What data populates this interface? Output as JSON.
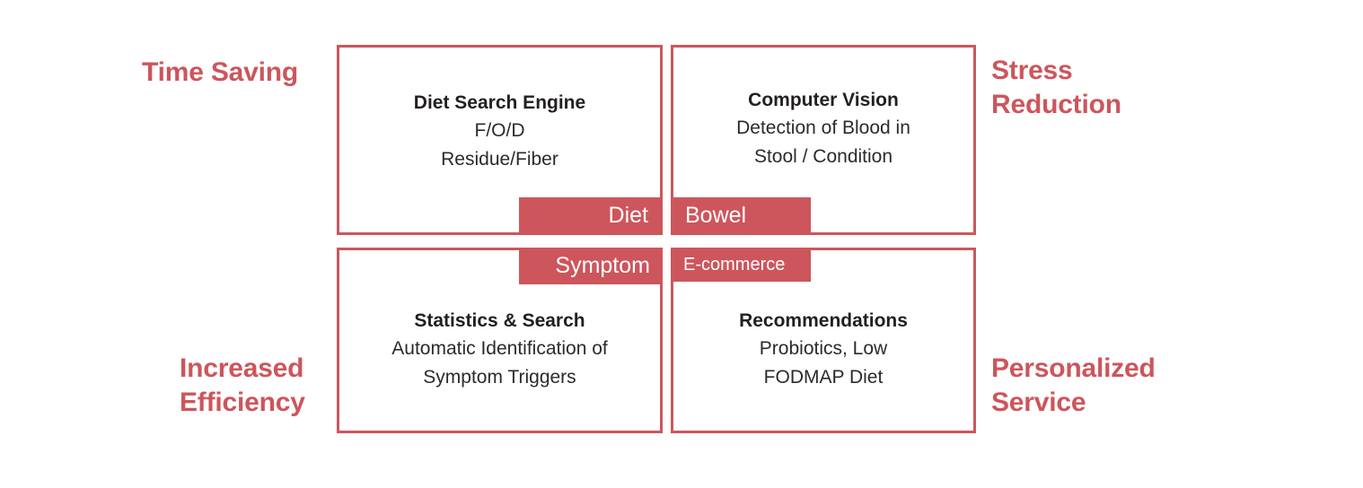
{
  "diagram": {
    "type": "quadrant-matrix",
    "accent_color": "#cc565c",
    "text_color": "#231f20",
    "background": "#ffffff",
    "corner_labels": {
      "top_left": "Time Saving",
      "top_right": "Stress\nReduction",
      "bottom_left": "Increased\nEfficiency",
      "bottom_right": "Personalized\nService"
    },
    "quadrants": [
      {
        "id": "diet-search-engine",
        "position": "top-left",
        "title": "Diet Search Engine",
        "description": "F/O/D\nResidue/Fiber",
        "tab_label": "Diet",
        "tab_position": "bottom-right"
      },
      {
        "id": "computer-vision",
        "position": "top-right",
        "title": "Computer Vision",
        "description": "Detection of Blood in\nStool / Condition",
        "tab_label": "Bowel",
        "tab_position": "bottom-left"
      },
      {
        "id": "statistics-and-search",
        "position": "bottom-left",
        "title": "Statistics & Search",
        "description": "Automatic Identification of\nSymptom Triggers",
        "tab_label": "Symptom",
        "tab_position": "top-right"
      },
      {
        "id": "recommendations",
        "position": "bottom-right",
        "title": "Recommendations",
        "description": "Probiotics, Low\nFODMAP Diet",
        "tab_label": "E-commerce",
        "tab_position": "top-left"
      }
    ]
  }
}
